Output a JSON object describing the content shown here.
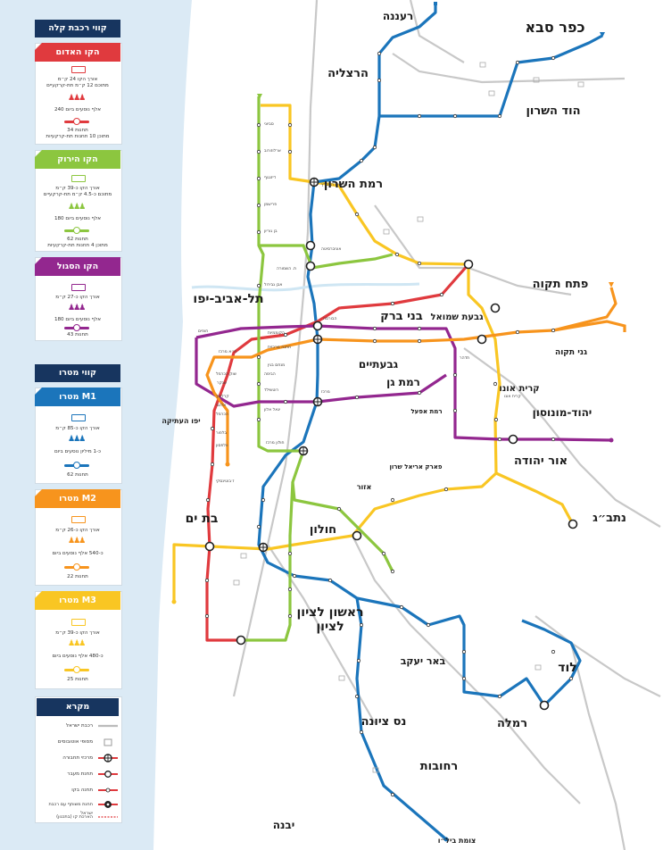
{
  "legend": {
    "lrt_title": "קווי רכבת קלה",
    "red": {
      "name": "הקו האדום",
      "length": "אורך הקו 24 ק״מ",
      "length_sub": "מתוכם 12 ק״מ תת-קרקעיים",
      "passengers": "240 אלף נוסעים ביום",
      "stations": "34 תחנות",
      "stations_sub": "מתוכן 10 תחנות תת-קרקעיות",
      "color": "#e03a3e"
    },
    "green": {
      "name": "הקו הירוק",
      "length": "אורך הקו כ-39 ק״מ",
      "length_sub": "מתוכם כ-4.5 ק״מ תת-קרקעיים",
      "passengers": "180 אלף נוסעים ביום",
      "stations": "62 תחנות",
      "stations_sub": "מתוכן 4 תחנות תת-קרקעיות",
      "color": "#8cc63f"
    },
    "purple": {
      "name": "הקו הסגול",
      "length": "אורך הקו כ-27 ק״מ",
      "passengers": "180 אלף נוסעים ביום",
      "stations": "43 תחנות",
      "color": "#93278f"
    },
    "metro_title": "קווי מטרו",
    "m1": {
      "name": "מטרו M1",
      "length": "אורך הקו כ-85 ק״מ",
      "passengers": "כ-1 מיליון נוסעים ביום",
      "stations": "62 תחנות",
      "color": "#1b75bb"
    },
    "m2": {
      "name": "מטרו M2",
      "length": "אורך הקו כ-26 ק״מ",
      "passengers": "כ-540 אלף נוסעים ביום",
      "stations": "22 תחנות",
      "color": "#f7941d"
    },
    "m3": {
      "name": "מטרו M3",
      "length": "אורך הקו כ-39 ק״מ",
      "passengers": "כ-480 אלף נוסעים ביום",
      "stations": "25 תחנות",
      "color": "#f9c623"
    },
    "key_title": "מקרא",
    "key_items": [
      "רכבת ישראל",
      "מסופי אוטובוסים",
      "מרכזי תחבורה",
      "תחנת מעבר",
      "תחנה בקו",
      "תחנת משותף עם רכבת ישראל",
      "הארכת קו (בתכנון)"
    ]
  },
  "cities": [
    "כפר סבא",
    "רעננה",
    "הרצליה",
    "הוד השרון",
    "רמת השרון",
    "פתח תקוה",
    "תל-אביב-יפו",
    "בני ברק",
    "גבעת שמואל",
    "גבעתיים",
    "רמת גן",
    "קרית אונו",
    "גני תקוה",
    "יהוד-מונוסון",
    "יפו העתיקה",
    "אור יהודה",
    "רמת אפעל",
    "פארק אריאל שרון",
    "אזור",
    "בת ים",
    "חולון",
    "נתב״ג",
    "ראשון לציון",
    "באר יעקב",
    "לוד",
    "רמלה",
    "נס ציונה",
    "רחובות",
    "יבנה",
    "צומת ביל״ו"
  ],
  "stations": [
    "מרכזית המפרץ",
    "ת. השמורה",
    "חולון מרכז",
    "הקוממיות",
    "חופים",
    "תדהר",
    "קרית אונו",
    "מרכז",
    "מנחם בגין",
    "תחנה מרכזית",
    "ת״א מרכז",
    "יגאל אלון",
    "הבורסה",
    "שנקר",
    "קרליבך",
    "אלנבי",
    "הכרמל",
    "סביוני",
    "בלפור",
    "וולפסון",
    "ז׳בוטינסקי",
    "פרישמן",
    "דיזנגוף",
    "בן גוריון",
    "ארלוזורוב",
    "אוניברסיטה",
    "אבן גבירול",
    "הבימה",
    "רוטשילד",
    "שוק הכרמל"
  ],
  "map_colors": {
    "red": "#e03a3e",
    "green": "#8cc63f",
    "purple": "#93278f",
    "m1": "#1b75bb",
    "m2": "#f7941d",
    "m3": "#f9c623",
    "rail": "#bdbdbd",
    "water": "#dbeaf5"
  }
}
